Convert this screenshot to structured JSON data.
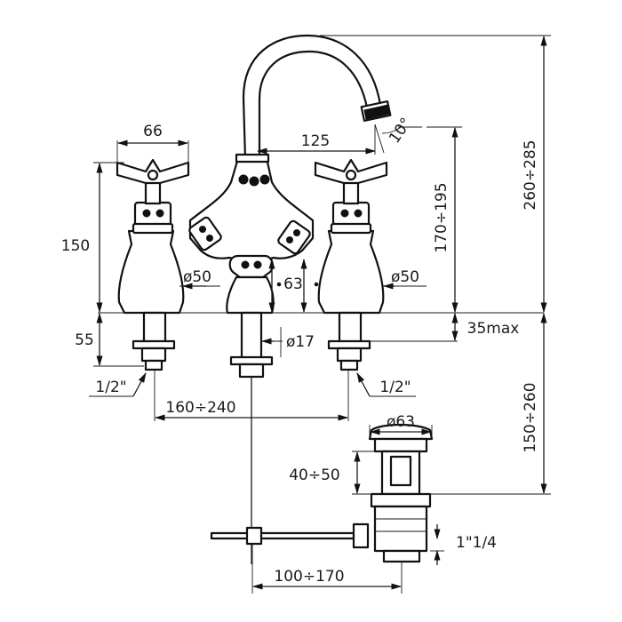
{
  "dimensions": {
    "handle_width": "66",
    "spout_reach": "125",
    "spout_angle": "10°",
    "spout_height": "170÷195",
    "overall_height": "260÷285",
    "body_height": "150",
    "deck_height": "55",
    "shank_left": "1/2\"",
    "shank_right": "1/2\"",
    "centers": "160÷240",
    "dia_left": "ø50",
    "dia_right": "ø50",
    "center_height": "63",
    "dia_center": "ø17",
    "max_deck": "35max",
    "below_deck": "150÷260",
    "waste_dia": "ø63",
    "waste_height": "40÷50",
    "waste_thread": "1\"1/4",
    "rod_distance": "100÷170"
  }
}
